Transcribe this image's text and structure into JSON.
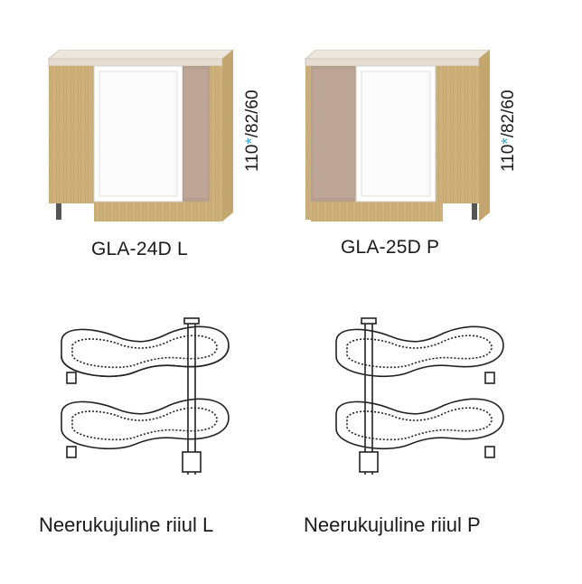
{
  "products": [
    {
      "code": "GLA-24D L",
      "height_prefix": "110",
      "height_star": "*",
      "height_rest": "/82/60"
    },
    {
      "code": "GLA-25D P",
      "height_prefix": "110",
      "height_star": "*",
      "height_rest": "/82/60"
    }
  ],
  "racks": [
    {
      "label": "Neerukujuline riiul L"
    },
    {
      "label": "Neerukujuline riiul P"
    }
  ],
  "colors": {
    "wood": "#cdb07a",
    "top": "#e9e2d8",
    "front": "#ffffff",
    "panel": "#b79f90",
    "accent_star": "#3aa8d8"
  }
}
